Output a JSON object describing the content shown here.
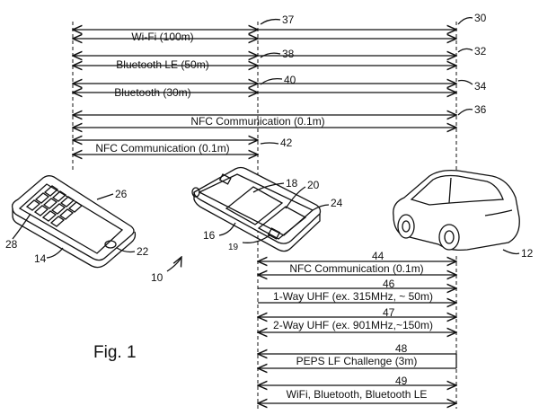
{
  "figure_label": "Fig. 1",
  "ranges": [
    {
      "label": "Wi-Fi (100m)",
      "ref": "37"
    },
    {
      "label": "Bluetooth LE (50m)",
      "ref": "38"
    },
    {
      "label": "Bluetooth (30m)",
      "ref": "40"
    },
    {
      "label": "NFC Communication (0.1m)",
      "ref": "36"
    },
    {
      "label": "NFC Communication (0.1m)",
      "ref": "42"
    },
    {
      "label": "NFC Communication (0.1m)",
      "ref": "44"
    },
    {
      "label": "1-Way UHF (ex. 315MHz, ~ 50m)",
      "ref": "46"
    },
    {
      "label": "2-Way UHF (ex. 901MHz,~150m)",
      "ref": "47"
    },
    {
      "label": "PEPS LF Challenge (3m)",
      "ref": "48"
    },
    {
      "label": "WiFi, Bluetooth, Bluetooth LE",
      "ref": "49"
    }
  ],
  "right_refs": [
    "30",
    "32",
    "34"
  ],
  "components": {
    "phone": {
      "refs": [
        "26",
        "28",
        "14",
        "22"
      ]
    },
    "case": {
      "refs": [
        "18",
        "20",
        "24",
        "16",
        "19"
      ]
    },
    "system": {
      "ref": "10"
    },
    "vehicle": {
      "ref": "12"
    }
  }
}
